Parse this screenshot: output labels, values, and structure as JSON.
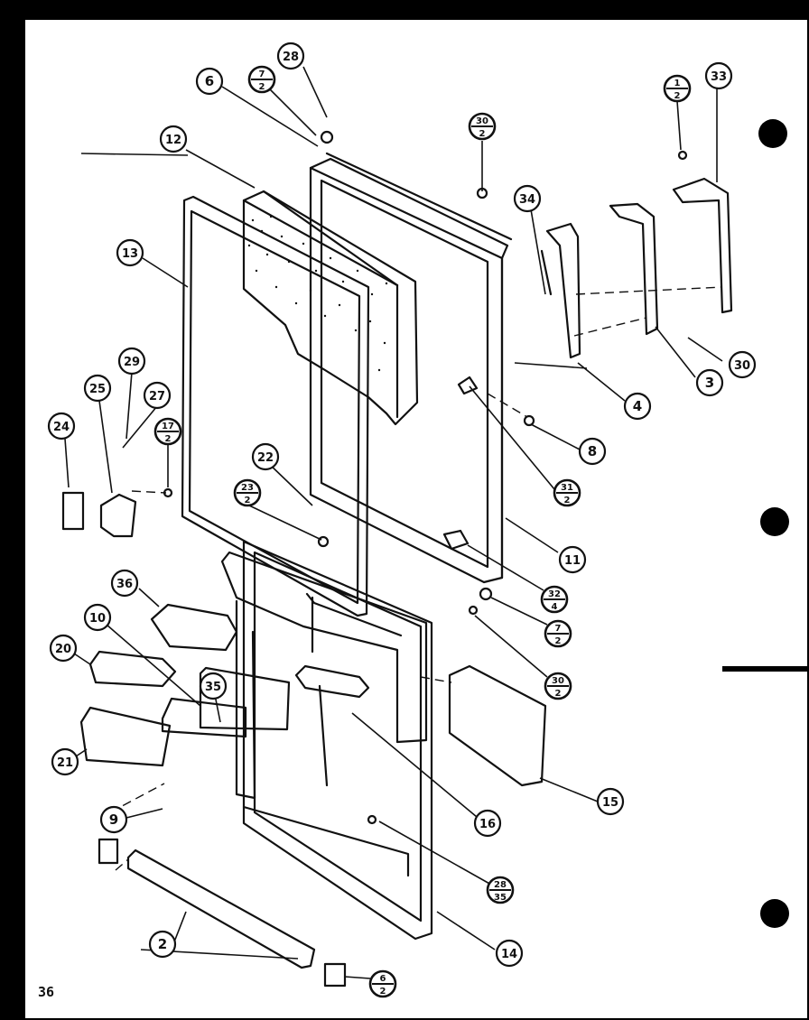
{
  "page_number": "36",
  "callouts": [
    {
      "label": "28"
    },
    {
      "label": "6"
    },
    {
      "label": "12"
    },
    {
      "label": "13"
    },
    {
      "label": "33"
    },
    {
      "label": "34"
    },
    {
      "label": "4"
    },
    {
      "label": "3"
    },
    {
      "label": "30"
    },
    {
      "label": "8"
    },
    {
      "label": "11"
    },
    {
      "label": "29"
    },
    {
      "label": "25"
    },
    {
      "label": "27"
    },
    {
      "label": "24"
    },
    {
      "label": "22"
    },
    {
      "label": "36"
    },
    {
      "label": "10"
    },
    {
      "label": "20"
    },
    {
      "label": "21"
    },
    {
      "label": "35"
    },
    {
      "label": "9"
    },
    {
      "label": "16"
    },
    {
      "label": "15"
    },
    {
      "label": "2"
    },
    {
      "label": "14"
    }
  ],
  "fraction_callouts": [
    {
      "top": "7",
      "bottom": "2"
    },
    {
      "top": "30",
      "bottom": "2"
    },
    {
      "top": "1",
      "bottom": "2"
    },
    {
      "top": "17",
      "bottom": "2"
    },
    {
      "top": "23",
      "bottom": "2"
    },
    {
      "top": "31",
      "bottom": "2"
    },
    {
      "top": "32",
      "bottom": "4"
    },
    {
      "top": "7",
      "bottom": "2"
    },
    {
      "top": "30",
      "bottom": "2"
    },
    {
      "top": "28",
      "bottom": "35"
    },
    {
      "top": "6",
      "bottom": "2"
    }
  ]
}
